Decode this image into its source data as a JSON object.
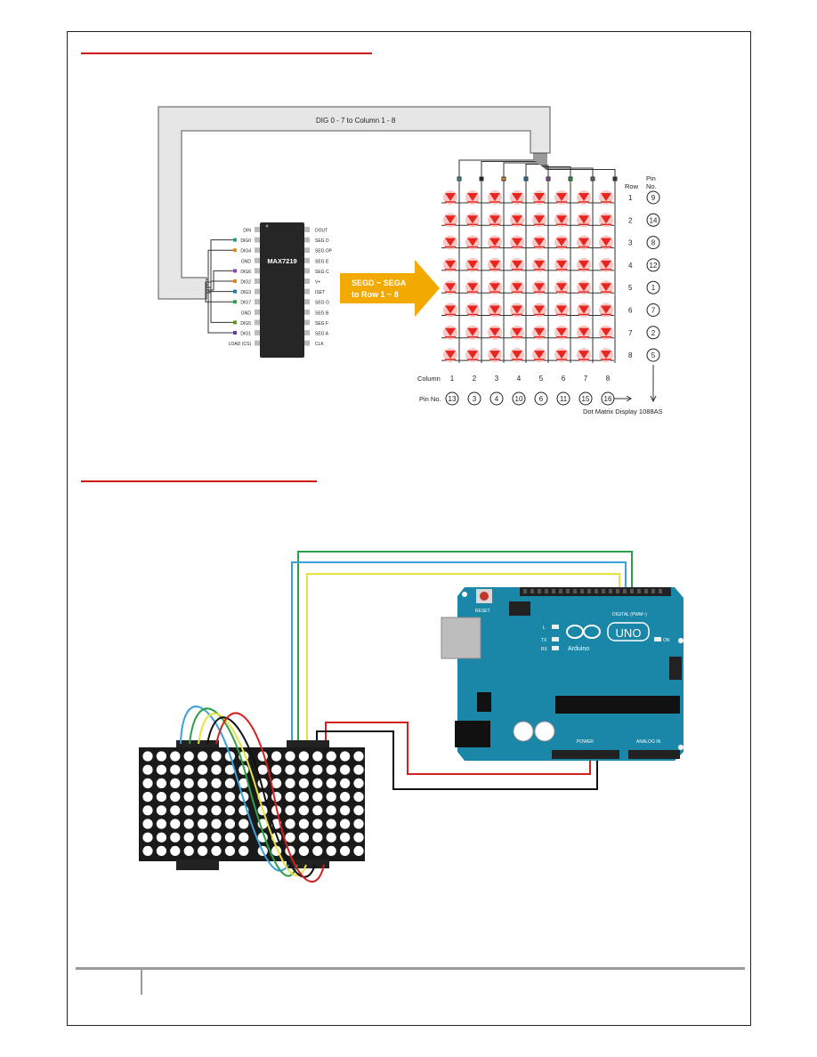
{
  "page": {
    "background": "#ffffff"
  },
  "schematic": {
    "bus_label": "DIG 0 - 7  to  Column 1 - 8",
    "chip_name": "MAX7219",
    "left_pins": [
      "DIN",
      "DIG0",
      "DIG4",
      "GND",
      "DIG6",
      "DIG2",
      "DIG3",
      "DIG7",
      "GND",
      "DIG5",
      "DIG1",
      "LOAD (CS)"
    ],
    "right_pins": [
      "DOUT",
      "SEG D",
      "SEG DP",
      "SEG E",
      "SEG C",
      "V+",
      "ISET",
      "SEG G",
      "SEG B",
      "SEG F",
      "SEG A",
      "CLK"
    ],
    "arrow_line1": "SEGD ~ SEGA",
    "arrow_line2": "to Row 1 ~ 8",
    "row_header": "Row",
    "pin_header_1": "Pin",
    "pin_header_2": "No.",
    "rows": [
      "1",
      "2",
      "3",
      "4",
      "5",
      "6",
      "7",
      "8"
    ],
    "row_pins": [
      "9",
      "14",
      "8",
      "12",
      "1",
      "7",
      "2",
      "5"
    ],
    "column_label": "Column",
    "columns": [
      "1",
      "2",
      "3",
      "4",
      "5",
      "6",
      "7",
      "8"
    ],
    "pin_no_label": "Pin No.",
    "column_pins": [
      "13",
      "3",
      "4",
      "10",
      "6",
      "11",
      "15",
      "16"
    ],
    "display_label": "Dot Matrix Display 1088AS",
    "colors": {
      "led": "#e8251e",
      "arrow": "#f2a900",
      "chip": "#222222"
    }
  },
  "wiring": {
    "board_label": "UNO",
    "brand_label": "Arduino",
    "reset_label": "RESET",
    "digital_label": "DIGITAL (PWM~)",
    "power_label": "POWER",
    "analog_label": "ANALOG IN",
    "on_label": "ON",
    "led_labels": [
      "L",
      "TX",
      "RX"
    ],
    "colors": {
      "board": "#1a86a8",
      "wires": [
        "#2e9e4a",
        "#3aa0d8",
        "#e8e23a",
        "#d61f1f",
        "#111111"
      ]
    }
  }
}
